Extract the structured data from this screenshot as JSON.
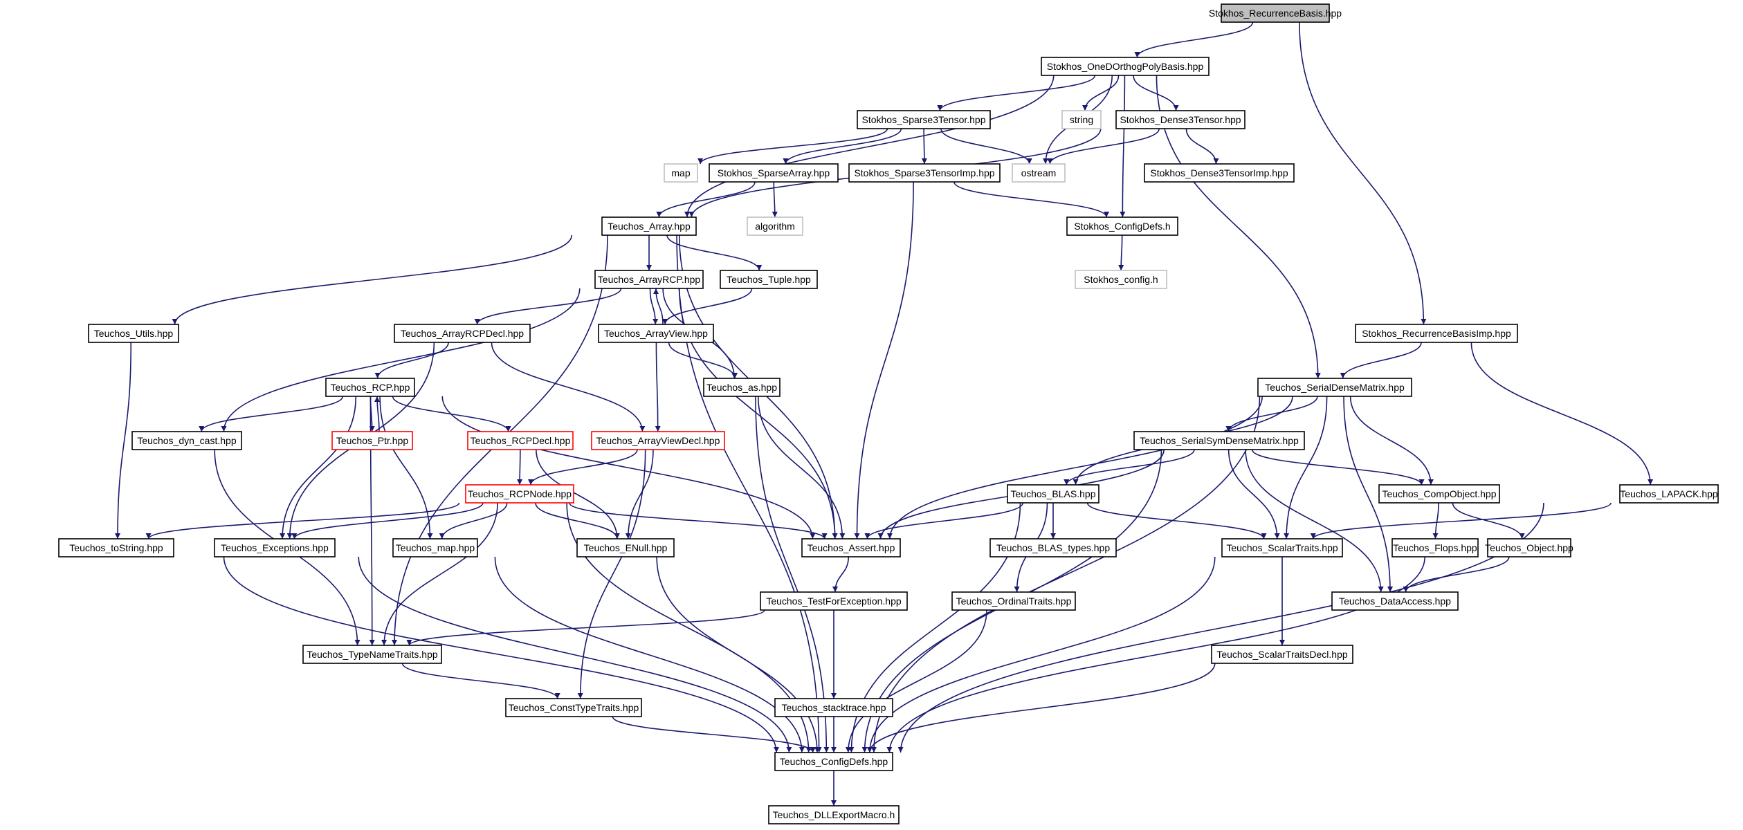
{
  "colors": {
    "edge": "#191970",
    "border": "#000000",
    "border_gray": "#bfbfbf",
    "border_red": "#ff0000",
    "fill_root": "#bfbfbf",
    "fill": "#ffffff"
  },
  "nodes": [
    {
      "id": "recbasis",
      "label": "Stokhos_RecurrenceBasis.hpp",
      "kind": "root"
    },
    {
      "id": "oned",
      "label": "Stokhos_OneDOrthogPolyBasis.hpp",
      "kind": "normal"
    },
    {
      "id": "sparse3",
      "label": "Stokhos_Sparse3Tensor.hpp",
      "kind": "normal"
    },
    {
      "id": "string",
      "label": "string",
      "kind": "gray"
    },
    {
      "id": "dense3",
      "label": "Stokhos_Dense3Tensor.hpp",
      "kind": "normal"
    },
    {
      "id": "map",
      "label": "map",
      "kind": "gray"
    },
    {
      "id": "sparsearray",
      "label": "Stokhos_SparseArray.hpp",
      "kind": "normal"
    },
    {
      "id": "sparse3imp",
      "label": "Stokhos_Sparse3TensorImp.hpp",
      "kind": "normal"
    },
    {
      "id": "ostream",
      "label": "ostream",
      "kind": "gray"
    },
    {
      "id": "dense3imp",
      "label": "Stokhos_Dense3TensorImp.hpp",
      "kind": "normal"
    },
    {
      "id": "array",
      "label": "Teuchos_Array.hpp",
      "kind": "normal"
    },
    {
      "id": "algorithm",
      "label": "algorithm",
      "kind": "gray"
    },
    {
      "id": "stokhosconfigdefs",
      "label": "Stokhos_ConfigDefs.h",
      "kind": "normal"
    },
    {
      "id": "arrayrcp",
      "label": "Teuchos_ArrayRCP.hpp",
      "kind": "normal"
    },
    {
      "id": "tuple",
      "label": "Teuchos_Tuple.hpp",
      "kind": "normal"
    },
    {
      "id": "stokhosconfig",
      "label": "Stokhos_config.h",
      "kind": "gray"
    },
    {
      "id": "utils",
      "label": "Teuchos_Utils.hpp",
      "kind": "normal"
    },
    {
      "id": "arrayrcpdecl",
      "label": "Teuchos_ArrayRCPDecl.hpp",
      "kind": "normal"
    },
    {
      "id": "arrayview",
      "label": "Teuchos_ArrayView.hpp",
      "kind": "normal"
    },
    {
      "id": "recbasisimp",
      "label": "Stokhos_RecurrenceBasisImp.hpp",
      "kind": "normal"
    },
    {
      "id": "rcp",
      "label": "Teuchos_RCP.hpp",
      "kind": "normal"
    },
    {
      "id": "as",
      "label": "Teuchos_as.hpp",
      "kind": "normal"
    },
    {
      "id": "serialdense",
      "label": "Teuchos_SerialDenseMatrix.hpp",
      "kind": "normal"
    },
    {
      "id": "dyncast",
      "label": "Teuchos_dyn_cast.hpp",
      "kind": "normal"
    },
    {
      "id": "ptr",
      "label": "Teuchos_Ptr.hpp",
      "kind": "red"
    },
    {
      "id": "rcpdecl",
      "label": "Teuchos_RCPDecl.hpp",
      "kind": "red"
    },
    {
      "id": "arrayviewdecl",
      "label": "Teuchos_ArrayViewDecl.hpp",
      "kind": "red"
    },
    {
      "id": "serialsym",
      "label": "Teuchos_SerialSymDenseMatrix.hpp",
      "kind": "normal"
    },
    {
      "id": "rcpnode",
      "label": "Teuchos_RCPNode.hpp",
      "kind": "red"
    },
    {
      "id": "blas",
      "label": "Teuchos_BLAS.hpp",
      "kind": "normal"
    },
    {
      "id": "compobject",
      "label": "Teuchos_CompObject.hpp",
      "kind": "normal"
    },
    {
      "id": "lapack",
      "label": "Teuchos_LAPACK.hpp",
      "kind": "normal"
    },
    {
      "id": "tostring",
      "label": "Teuchos_toString.hpp",
      "kind": "normal"
    },
    {
      "id": "exceptions",
      "label": "Teuchos_Exceptions.hpp",
      "kind": "normal"
    },
    {
      "id": "tmap",
      "label": "Teuchos_map.hpp",
      "kind": "normal"
    },
    {
      "id": "enull",
      "label": "Teuchos_ENull.hpp",
      "kind": "normal"
    },
    {
      "id": "assert",
      "label": "Teuchos_Assert.hpp",
      "kind": "normal"
    },
    {
      "id": "blastypes",
      "label": "Teuchos_BLAS_types.hpp",
      "kind": "normal"
    },
    {
      "id": "scalartraits",
      "label": "Teuchos_ScalarTraits.hpp",
      "kind": "normal"
    },
    {
      "id": "flops",
      "label": "Teuchos_Flops.hpp",
      "kind": "normal"
    },
    {
      "id": "object",
      "label": "Teuchos_Object.hpp",
      "kind": "normal"
    },
    {
      "id": "testforexc",
      "label": "Teuchos_TestForException.hpp",
      "kind": "normal"
    },
    {
      "id": "ordinal",
      "label": "Teuchos_OrdinalTraits.hpp",
      "kind": "normal"
    },
    {
      "id": "dataaccess",
      "label": "Teuchos_DataAccess.hpp",
      "kind": "normal"
    },
    {
      "id": "typename",
      "label": "Teuchos_TypeNameTraits.hpp",
      "kind": "normal"
    },
    {
      "id": "scalardecl",
      "label": "Teuchos_ScalarTraitsDecl.hpp",
      "kind": "normal"
    },
    {
      "id": "consttype",
      "label": "Teuchos_ConstTypeTraits.hpp",
      "kind": "normal"
    },
    {
      "id": "stacktrace",
      "label": "Teuchos_stacktrace.hpp",
      "kind": "normal"
    },
    {
      "id": "teuchosconfigdefs",
      "label": "Teuchos_ConfigDefs.hpp",
      "kind": "normal"
    },
    {
      "id": "dllexport",
      "label": "Teuchos_DLLExportMacro.h",
      "kind": "normal"
    }
  ],
  "edges": [
    [
      "recbasis",
      "oned"
    ],
    [
      "recbasis",
      "recbasisimp"
    ],
    [
      "oned",
      "array"
    ],
    [
      "oned",
      "sparse3"
    ],
    [
      "oned",
      "ostream"
    ],
    [
      "oned",
      "string"
    ],
    [
      "oned",
      "dense3"
    ],
    [
      "oned",
      "stokhosconfigdefs"
    ],
    [
      "oned",
      "serialdense"
    ],
    [
      "sparse3",
      "map"
    ],
    [
      "sparse3",
      "sparsearray"
    ],
    [
      "sparse3",
      "sparse3imp"
    ],
    [
      "sparse3",
      "ostream"
    ],
    [
      "dense3",
      "ostream"
    ],
    [
      "dense3",
      "dense3imp"
    ],
    [
      "dense3",
      "array"
    ],
    [
      "sparsearray",
      "array"
    ],
    [
      "sparsearray",
      "algorithm"
    ],
    [
      "sparse3imp",
      "assert"
    ],
    [
      "sparse3imp",
      "stokhosconfigdefs"
    ],
    [
      "stokhosconfigdefs",
      "stokhosconfig"
    ],
    [
      "array",
      "utils"
    ],
    [
      "array",
      "arrayrcp"
    ],
    [
      "array",
      "tuple"
    ],
    [
      "array",
      "assert"
    ],
    [
      "array",
      "typename"
    ],
    [
      "array",
      "teuchosconfigdefs"
    ],
    [
      "arrayrcp",
      "arrayview"
    ],
    [
      "arrayrcp",
      "arrayrcpdecl"
    ],
    [
      "arrayrcp",
      "as"
    ],
    [
      "arrayrcp",
      "assert"
    ],
    [
      "arrayrcp",
      "dyncast"
    ],
    [
      "arrayview",
      "arrayrcp"
    ],
    [
      "arrayview",
      "as"
    ],
    [
      "arrayview",
      "arrayviewdecl"
    ],
    [
      "tuple",
      "arrayview"
    ],
    [
      "utils",
      "tostring"
    ],
    [
      "arrayrcpdecl",
      "rcp"
    ],
    [
      "arrayrcpdecl",
      "arrayviewdecl"
    ],
    [
      "arrayrcpdecl",
      "exceptions"
    ],
    [
      "rcp",
      "ptr"
    ],
    [
      "ptr",
      "rcp"
    ],
    [
      "rcp",
      "rcpdecl"
    ],
    [
      "rcp",
      "dyncast"
    ],
    [
      "rcp",
      "assert"
    ],
    [
      "rcp",
      "exceptions"
    ],
    [
      "rcp",
      "typename"
    ],
    [
      "rcp",
      "tmap"
    ],
    [
      "rcpdecl",
      "rcpnode"
    ],
    [
      "rcpdecl",
      "enull"
    ],
    [
      "arrayviewdecl",
      "rcpnode"
    ],
    [
      "arrayviewdecl",
      "enull"
    ],
    [
      "arrayviewdecl",
      "consttype"
    ],
    [
      "rcpnode",
      "tostring"
    ],
    [
      "rcpnode",
      "exceptions"
    ],
    [
      "rcpnode",
      "tmap"
    ],
    [
      "rcpnode",
      "enull"
    ],
    [
      "rcpnode",
      "assert"
    ],
    [
      "rcpnode",
      "typename"
    ],
    [
      "rcpnode",
      "teuchosconfigdefs"
    ],
    [
      "as",
      "assert"
    ],
    [
      "as",
      "teuchosconfigdefs"
    ],
    [
      "dyncast",
      "typename"
    ],
    [
      "recbasisimp",
      "serialdense"
    ],
    [
      "recbasisimp",
      "lapack"
    ],
    [
      "serialdense",
      "serialsym"
    ],
    [
      "serialdense",
      "blas"
    ],
    [
      "serialdense",
      "compobject"
    ],
    [
      "serialdense",
      "scalartraits"
    ],
    [
      "serialdense",
      "assert"
    ],
    [
      "serialdense",
      "dataaccess"
    ],
    [
      "serialdense",
      "teuchosconfigdefs"
    ],
    [
      "serialsym",
      "blas"
    ],
    [
      "serialsym",
      "compobject"
    ],
    [
      "serialsym",
      "scalartraits"
    ],
    [
      "serialsym",
      "assert"
    ],
    [
      "serialsym",
      "dataaccess"
    ],
    [
      "serialsym",
      "teuchosconfigdefs"
    ],
    [
      "blas",
      "assert"
    ],
    [
      "blas",
      "blastypes"
    ],
    [
      "blas",
      "scalartraits"
    ],
    [
      "blas",
      "ordinal"
    ],
    [
      "blas",
      "teuchosconfigdefs"
    ],
    [
      "compobject",
      "flops"
    ],
    [
      "compobject",
      "object"
    ],
    [
      "object",
      "dataaccess"
    ],
    [
      "object",
      "teuchosconfigdefs"
    ],
    [
      "lapack",
      "scalartraits"
    ],
    [
      "lapack",
      "teuchosconfigdefs"
    ],
    [
      "scalartraits",
      "scalardecl"
    ],
    [
      "scalartraits",
      "teuchosconfigdefs"
    ],
    [
      "scalardecl",
      "teuchosconfigdefs"
    ],
    [
      "ordinal",
      "teuchosconfigdefs"
    ],
    [
      "assert",
      "testforexc"
    ],
    [
      "testforexc",
      "typename"
    ],
    [
      "testforexc",
      "stacktrace"
    ],
    [
      "stacktrace",
      "teuchosconfigdefs"
    ],
    [
      "typename",
      "consttype"
    ],
    [
      "consttype",
      "teuchosconfigdefs"
    ],
    [
      "tostring",
      "teuchosconfigdefs"
    ],
    [
      "exceptions",
      "teuchosconfigdefs"
    ],
    [
      "tmap",
      "teuchosconfigdefs"
    ],
    [
      "enull",
      "teuchosconfigdefs"
    ],
    [
      "teuchosconfigdefs",
      "dllexport"
    ]
  ]
}
